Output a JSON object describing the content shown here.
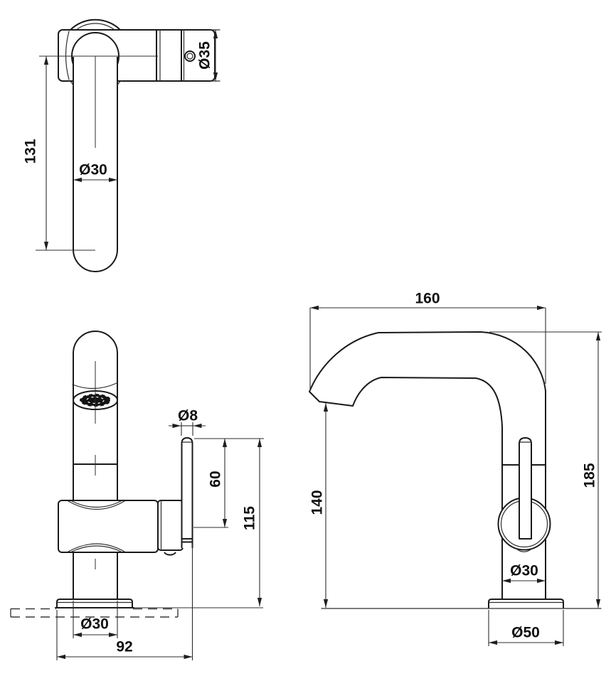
{
  "drawing": {
    "type": "technical-drawing",
    "subject": "single-lever basin mixer tap, three orthographic views",
    "background": "#ffffff",
    "line_color": "#1a1a1a",
    "dim_color": "#2d2d2d"
  },
  "dimensions": {
    "top_view": {
      "handle_length": "131",
      "handle_width": "Ø30",
      "body_diameter": "Ø35"
    },
    "front_view": {
      "lever_thickness": "Ø8",
      "lever_length": "60",
      "height_above_deck": "115",
      "shank_diameter": "Ø30",
      "overall_width": "92"
    },
    "side_view": {
      "spout_reach": "160",
      "spout_outlet_height": "140",
      "overall_height": "185",
      "body_diameter": "Ø30",
      "base_diameter": "Ø50"
    }
  }
}
